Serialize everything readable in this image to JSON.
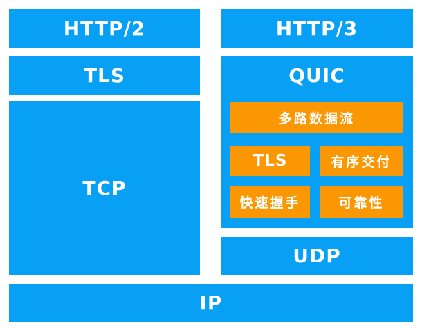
{
  "colors": {
    "blue": "#08A0F5",
    "orange": "#FB9702",
    "label_text": "#FFFFFF",
    "background": "#FFFFFF"
  },
  "stacks": {
    "left": {
      "http2": "HTTP/2",
      "tls": "TLS",
      "tcp": "TCP"
    },
    "right": {
      "http3": "HTTP/3",
      "quic_label": "QUIC",
      "quic_features": {
        "multiplex": "多路数据流",
        "tls": "TLS",
        "ordered_delivery": "有序交付",
        "fast_handshake": "快速握手",
        "reliability": "可靠性"
      },
      "udp": "UDP"
    },
    "bottom": {
      "ip": "IP"
    }
  }
}
